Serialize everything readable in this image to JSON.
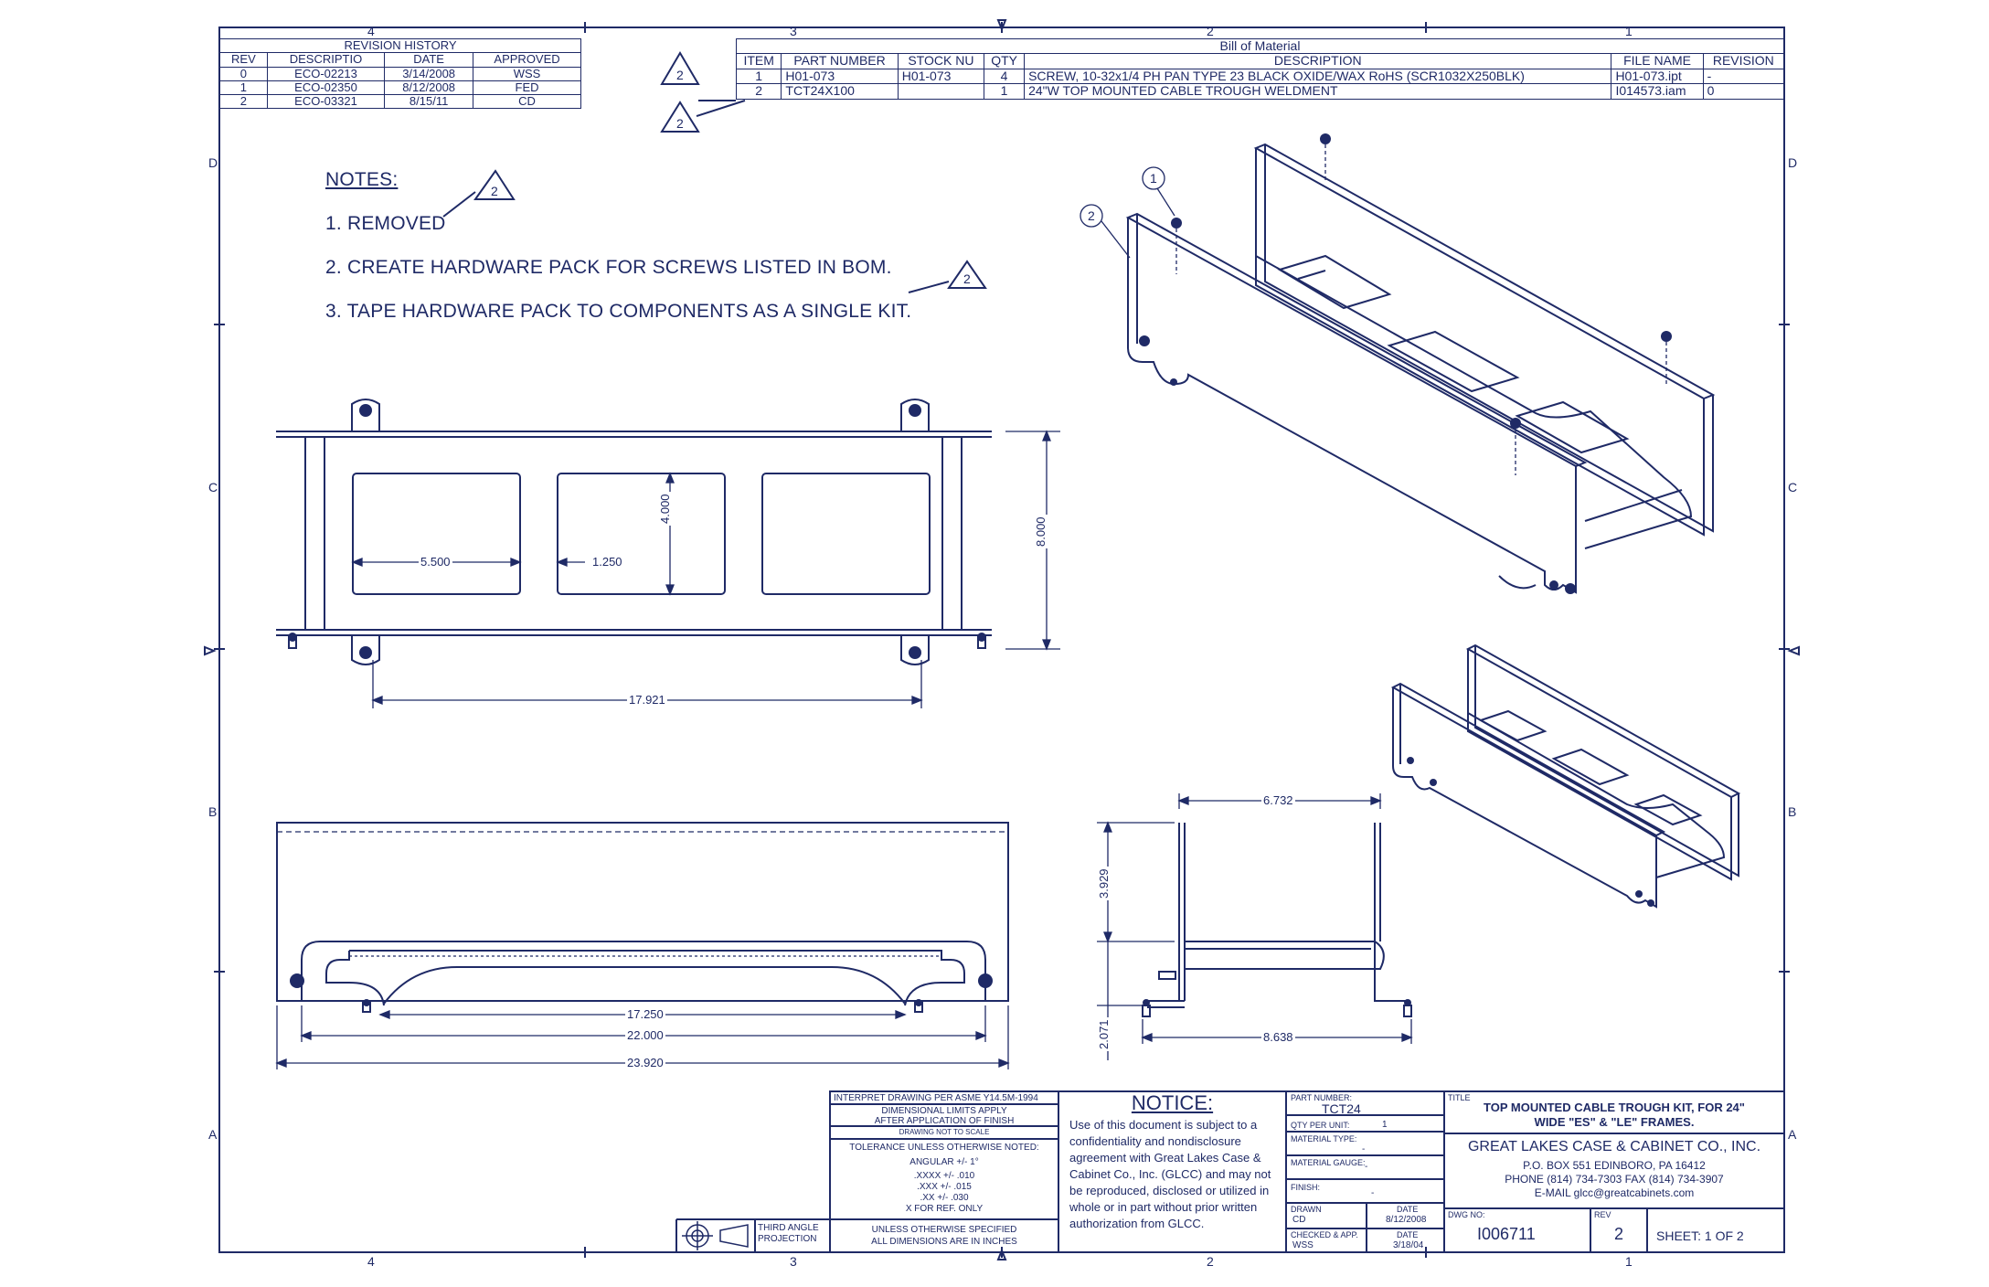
{
  "zones": {
    "top": [
      "4",
      "3",
      "2",
      "1"
    ],
    "bottom": [
      "4",
      "3",
      "2",
      "1"
    ],
    "left": [
      "D",
      "C",
      "B",
      "A"
    ],
    "right": [
      "D",
      "C",
      "B",
      "A"
    ]
  },
  "revision_history": {
    "title": "REVISION HISTORY",
    "headers": [
      "REV",
      "DESCRIPTIO",
      "DATE",
      "APPROVED"
    ],
    "rows": [
      [
        "0",
        "ECO-02213",
        "3/14/2008",
        "WSS"
      ],
      [
        "1",
        "ECO-02350",
        "8/12/2008",
        "FED"
      ],
      [
        "2",
        "ECO-03321",
        "8/15/11",
        "CD"
      ]
    ]
  },
  "bom": {
    "title": "Bill of Material",
    "headers": [
      "ITEM",
      "PART NUMBER",
      "STOCK NU",
      "QTY",
      "DESCRIPTION",
      "FILE NAME",
      "REVISION"
    ],
    "rows": [
      [
        "1",
        "H01-073",
        "H01-073",
        "4",
        "SCREW, 10-32x1/4 PH PAN TYPE 23 BLACK OXIDE/WAX RoHS (SCR1032X250BLK)",
        "H01-073.ipt",
        "-"
      ],
      [
        "2",
        "TCT24X100",
        "",
        "1",
        "24\"W TOP MOUNTED CABLE TROUGH WELDMENT",
        "I014573.iam",
        "0"
      ]
    ]
  },
  "rev_marker": "2",
  "balloons": {
    "item1": "1",
    "item2": "2"
  },
  "notes": {
    "heading": "NOTES:",
    "lines": [
      "1. REMOVED",
      "2. CREATE HARDWARE PACK FOR SCREWS LISTED IN BOM.",
      "3. TAPE HARDWARE PACK TO COMPONENTS AS A SINGLE KIT."
    ]
  },
  "dimensions": {
    "window_width": "5.500",
    "window_gap": "1.250",
    "window_height": "4.000",
    "overall_height": "8.000",
    "hole_spacing": "17.921",
    "inner_length": "17.250",
    "mid_length": "22.000",
    "overall_length": "23.920",
    "end_top_width": "6.732",
    "end_height": "3.929",
    "end_bottom_height": "2.071",
    "end_bottom_width": "8.638"
  },
  "title_block": {
    "interpret": "INTERPRET DRAWING PER ASME Y14.5M-1994",
    "dim_limits_1": "DIMENSIONAL LIMITS APPLY",
    "dim_limits_2": "AFTER APPLICATION OF FINISH",
    "not_to_scale": "DRAWING NOT TO SCALE",
    "tol_heading": "TOLERANCE UNLESS OTHERWISE NOTED:",
    "tol_angular": "ANGULAR +/- 1°",
    "tol_xxxx": ".XXXX +/- .010",
    "tol_xxx": ".XXX +/- .015",
    "tol_xx": ".XX +/- .030",
    "tol_x": "X FOR REF. ONLY",
    "projection": "THIRD ANGLE PROJECTION",
    "unless_1": "UNLESS OTHERWISE SPECIFIED",
    "unless_2": "ALL DIMENSIONS ARE IN INCHES",
    "notice_heading": "NOTICE:",
    "notice_text": "Use of this document is subject to a confidentiality and nondisclosure agreement with Great Lakes Case & Cabinet Co., Inc. (GLCC) and may not be reproduced, disclosed or utilized in whole or in part without prior written authorization from GLCC.",
    "part_number_label": "PART NUMBER:",
    "part_number": "TCT24",
    "qty_label": "QTY PER UNIT:",
    "qty": "1",
    "mat_type_label": "MATERIAL TYPE:",
    "mat_type": "-",
    "mat_gauge_label": "MATERIAL GAUGE:",
    "mat_gauge": "-",
    "finish_label": "FINISH:",
    "finish": "-",
    "drawn_label": "DRAWN",
    "drawn": "CD",
    "date_label": "DATE",
    "drawn_date": "8/12/2008",
    "checked_label": "CHECKED & APP.",
    "checked": "WSS",
    "checked_date": "3/18/04",
    "title_label": "TITLE",
    "title_line1": "TOP MOUNTED CABLE TROUGH KIT, FOR 24\"",
    "title_line2": "WIDE \"ES\" & \"LE\" FRAMES.",
    "company": "GREAT LAKES CASE & CABINET CO., INC.",
    "address": "P.O. BOX 551 EDINBORO, PA 16412",
    "phone": "PHONE (814) 734-7303 FAX (814) 734-3907",
    "email": "E-MAIL glcc@greatcabinets.com",
    "dwg_label": "DWG NO:",
    "dwg_no": "I006711",
    "rev_label": "REV",
    "rev": "2",
    "sheet": "SHEET: 1 OF 2"
  }
}
